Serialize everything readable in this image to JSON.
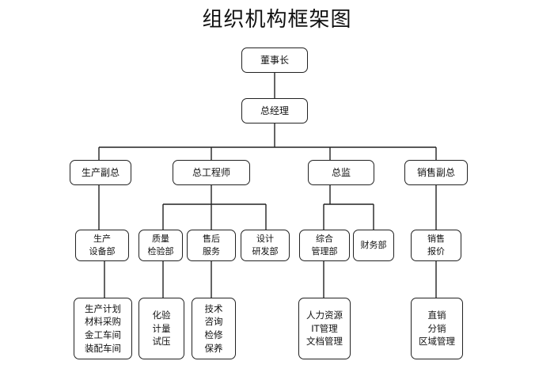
{
  "title": "组织机构框架图",
  "nodes": {
    "chairman": "董事长",
    "gm": "总经理",
    "vp_production": "生产副总",
    "chief_engineer": "总工程师",
    "director": "总监",
    "vp_sales": "销售副总",
    "prod_equipment_dept": "生产\n设备部",
    "qc_dept": "质量\n检验部",
    "after_sales": "售后\n服务",
    "design_rd_dept": "设计\n研发部",
    "general_mgmt_dept": "综合\n管理部",
    "finance_dept": "财务部",
    "sales_quote": "销售\n报价",
    "prod_functions": "生产计划\n材料采购\n金工车间\n装配车间",
    "lab_functions": "化验\n计量\n试压",
    "service_functions": "技术\n咨询\n检修\n保养",
    "admin_functions": "人力资源\nIT管理\n文档管理",
    "sales_functions": "直销\n分销\n区域管理"
  }
}
